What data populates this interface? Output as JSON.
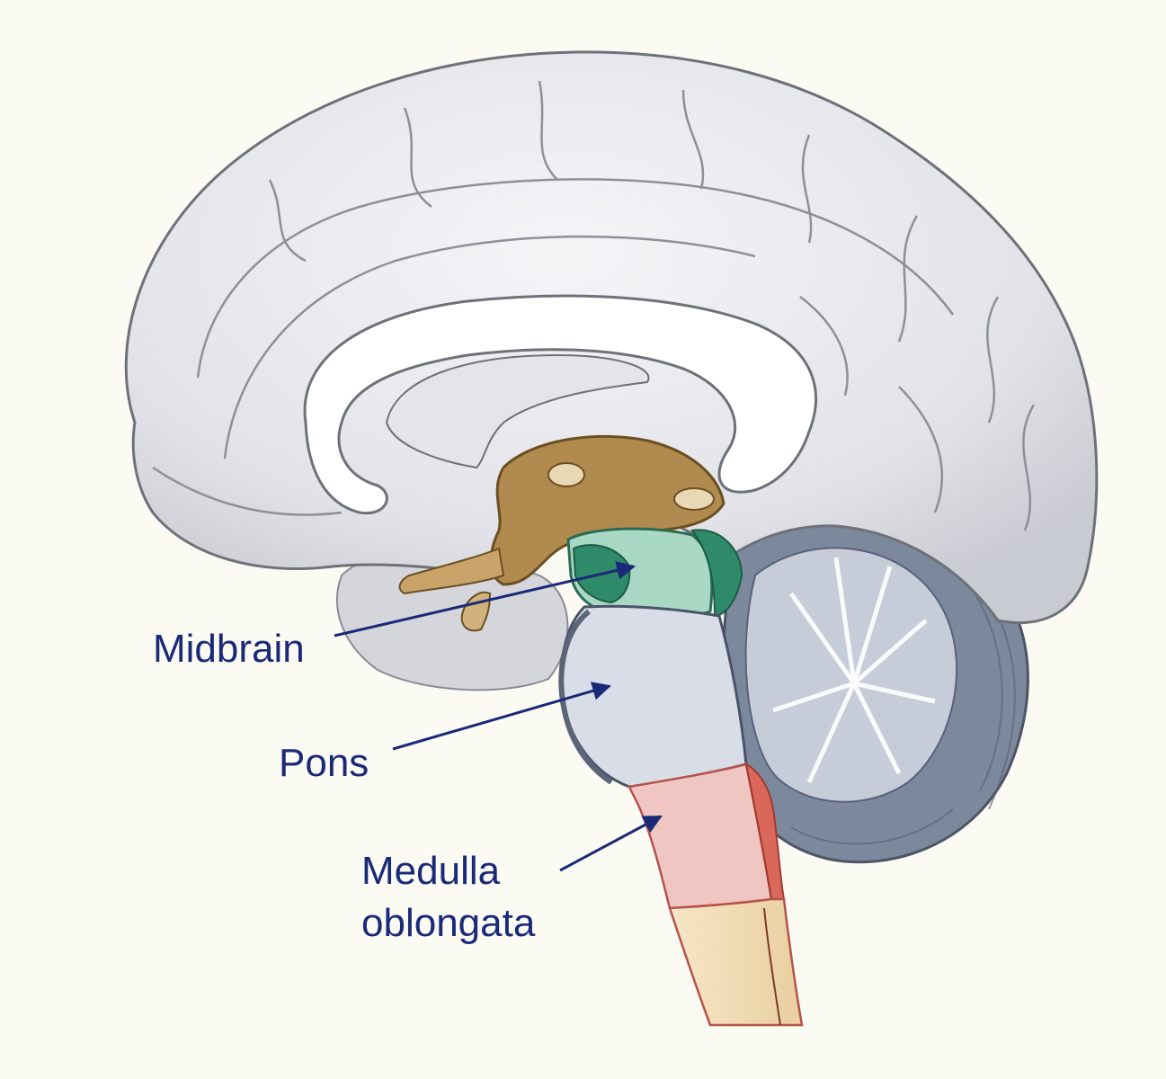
{
  "labels": {
    "midbrain": "Midbrain",
    "pons": "Pons",
    "medulla_line1": "Medulla",
    "medulla_line2": "oblongata"
  },
  "colors": {
    "background": "#fbfbf3",
    "label_text": "#1b2a78",
    "cortex": "#e9eaee",
    "midbrain": "#a9d9c5",
    "pons": "#d9dde8",
    "medulla": "#f0c6c3",
    "spinal_cord": "#f3dfb8",
    "diencephalon": "#b08a4e",
    "cerebellum": "#7c889c"
  },
  "icons": [
    "brain-illustration",
    "arrow-icon"
  ]
}
